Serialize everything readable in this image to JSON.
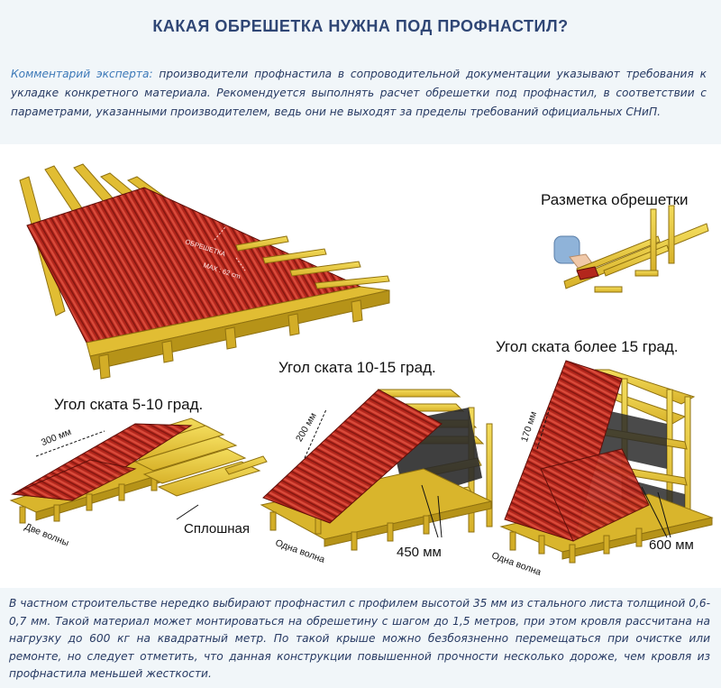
{
  "title": "КАКАЯ ОБРЕШЕТКА НУЖНА ПОД ПРОФНАСТИЛ?",
  "expert_comment": {
    "lead": "Комментарий эксперта:",
    "text": " производители профнастила в сопроводительной документации указывают требования к укладке конкретного материала. Рекомендуется выполнять расчет обрешетки под профнастил, в соответствии с параметрами, указанными производителем, ведь они не выходят за пределы требований официальных СНиП."
  },
  "main_drawing": {
    "label_lathing": "ОБРЕШЕТКА",
    "label_max": "MAX : 62 cm"
  },
  "marking": {
    "title": "Разметка обрешетки"
  },
  "slope_5_10": {
    "title": "Угол ската 5-10 град.",
    "dimension": "300 мм",
    "wave": "Две волны",
    "type": "Сплошная"
  },
  "slope_10_15": {
    "title": "Угол ската 10-15 град.",
    "dimension": "200 мм",
    "wave": "Одна волна",
    "spacing": "450 мм"
  },
  "slope_15_plus": {
    "title": "Угол ската более 15 град.",
    "dimension": "170 мм",
    "wave": "Одна волна",
    "spacing": "600 мм"
  },
  "bottom_text": "В частном строительстве нередко выбирают профнастил с профилем высотой 35 мм из стального листа толщиной 0,6-0,7 мм. Такой материал может монтироваться на обрешетину с шагом до 1,5 метров, при этом кровля рассчитана на нагрузку до 600 кг на квадратный метр. По такой крыше можно безбоязненно перемещаться при очистке или ремонте, но следует отметить, что данная конструкции повышенной прочности несколько дороже, чем кровля из профнастила меньшей жесткости.",
  "colors": {
    "title": "#2f4675",
    "text": "#273a63",
    "accent": "#3d79b8",
    "roof_red": "#b3261c",
    "wood": "#e6c63a",
    "wood_edge": "#9b7d12",
    "membrane": "#2a2a2a"
  }
}
